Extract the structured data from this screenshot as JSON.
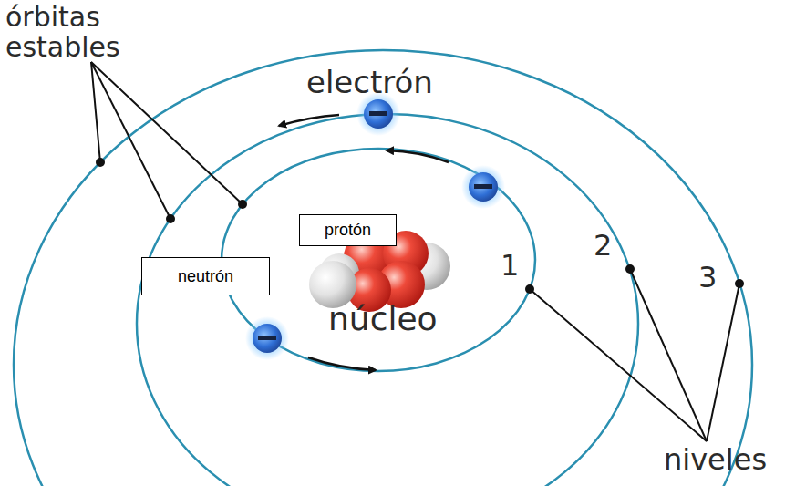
{
  "diagram": {
    "nodes": [
      {
        "text": [
          "protón"
        ]
      },
      {
        "text": [
          "neutrón"
        ]
      }
    ],
    "labels": [
      "órbitas estables",
      "electrón",
      "núcleo",
      "1",
      "2",
      "3",
      "niveles"
    ]
  }
}
